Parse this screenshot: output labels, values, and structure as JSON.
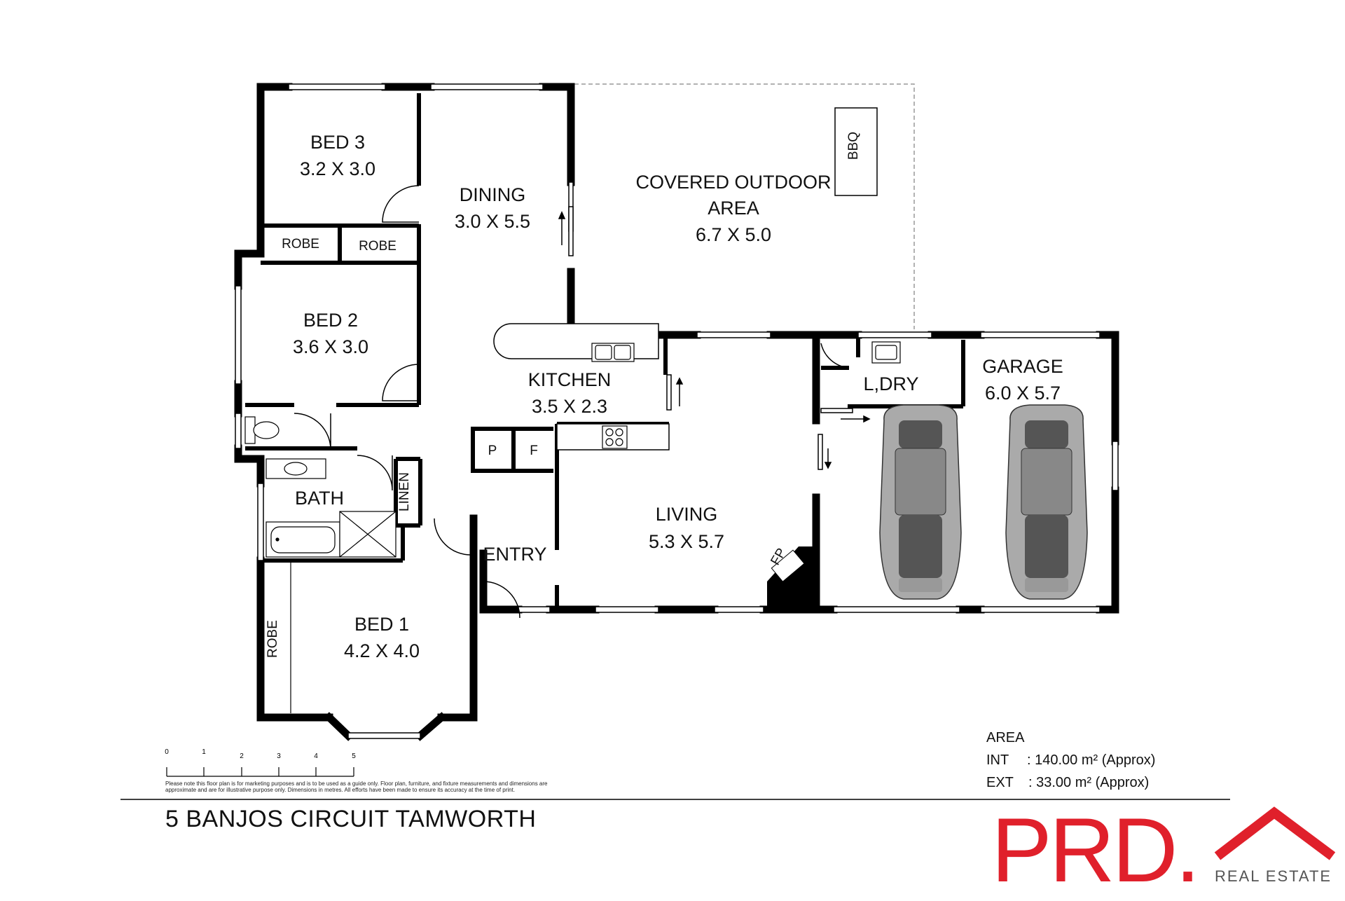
{
  "rooms": {
    "bed3": {
      "name": "BED 3",
      "dims": "3.2 X 3.0"
    },
    "dining": {
      "name": "DINING",
      "dims": "3.0 X 5.5"
    },
    "outdoor": {
      "name1": "COVERED OUTDOOR",
      "name2": "AREA",
      "dims": "6.7 X 5.0"
    },
    "bbq": "BBQ",
    "robe_a": "ROBE",
    "robe_b": "ROBE",
    "bed2": {
      "name": "BED 2",
      "dims": "3.6 X 3.0"
    },
    "kitchen": {
      "name": "KITCHEN",
      "dims": "3.5 X 2.3"
    },
    "laundry": "L,DRY",
    "garage": {
      "name": "GARAGE",
      "dims": "6.0 X 5.7"
    },
    "pantry": "P",
    "fridge": "F",
    "bath": "BATH",
    "linen": "LINEN",
    "living": {
      "name": "LIVING",
      "dims": "5.3 X 5.7"
    },
    "entry": "ENTRY",
    "fireplace": "FP",
    "robe_c": "ROBE",
    "bed1": {
      "name": "BED 1",
      "dims": "4.2 X 4.0"
    }
  },
  "scale": {
    "ticks": [
      "0",
      "1",
      "2",
      "3",
      "4",
      "5"
    ]
  },
  "disclaimer": "Please note this floor plan is for marketing purposes and is to be used as a guide only. Floor plan, furniture, and fixture measurements and dimensions are approximate and are for illustrative purpose only. Dimensions in metres. All efforts have been made to ensure its accuracy at the time of print.",
  "area": {
    "title": "AREA",
    "int_label": "INT",
    "int_value": ": 140.00 m² (Approx)",
    "ext_label": "EXT",
    "ext_value": ": 33.00 m² (Approx)"
  },
  "address": "5 BANJOS CIRCUIT TAMWORTH",
  "logo": {
    "brand": "PRD.",
    "sub": "REAL ESTATE",
    "color": "#e0202b"
  }
}
